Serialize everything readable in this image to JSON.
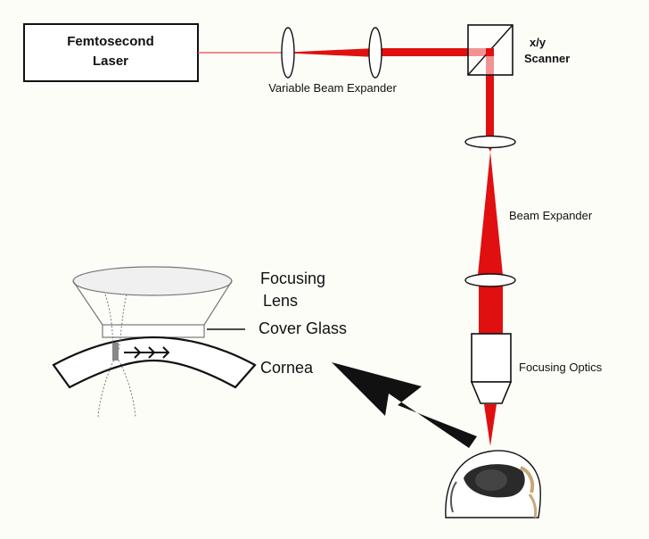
{
  "labels": {
    "laser_line1": "Femtosecond",
    "laser_line2": "Laser",
    "variable_beam_expander": "Variable Beam Expander",
    "scanner_line1": "x/y",
    "scanner_line2": "Scanner",
    "beam_expander": "Beam Expander",
    "focusing_optics": "Focusing Optics",
    "focusing_lens_line1": "Focusing",
    "focusing_lens_line2": "Lens",
    "cover_glass": "Cover Glass",
    "cornea": "Cornea"
  },
  "colors": {
    "beam": "#e01010",
    "beam_light": "#e84a4a",
    "outline": "#111111",
    "background": "#fdfdf8"
  },
  "icons": {
    "arrow": "large-pointer-arrow",
    "eye": "patient-eye-icon"
  }
}
